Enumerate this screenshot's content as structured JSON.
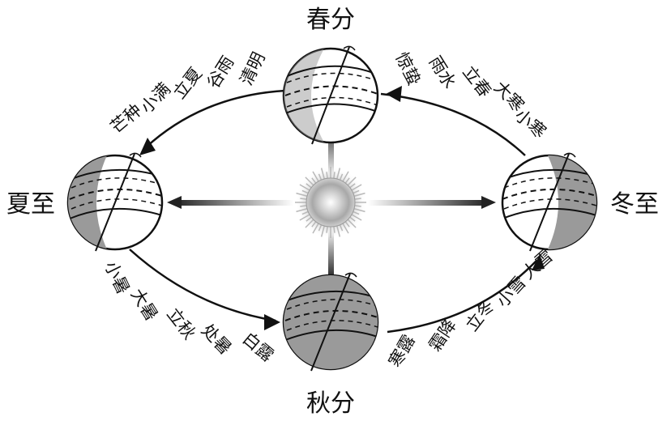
{
  "main_terms": {
    "spring_equinox": "春分",
    "summer_solstice": "夏至",
    "autumn_equinox": "秋分",
    "winter_solstice": "冬至"
  },
  "arcs": {
    "top_right": [
      "惊蛰",
      "雨水",
      "立春",
      "大寒",
      "小寒"
    ],
    "top_left": [
      "清明",
      "谷雨",
      "立夏",
      "小满",
      "芒种"
    ],
    "bottom_left": [
      "小暑",
      "大暑",
      "立秋",
      "处暑",
      "白露"
    ],
    "bottom_right": [
      "寒露",
      "霜降",
      "立冬",
      "小雪",
      "大雪"
    ]
  },
  "colors": {
    "night_shade": "#9a9a9a",
    "ink": "#111111"
  },
  "icons": {
    "sun": "sun-icon",
    "earth": "earth-globe-icon"
  }
}
